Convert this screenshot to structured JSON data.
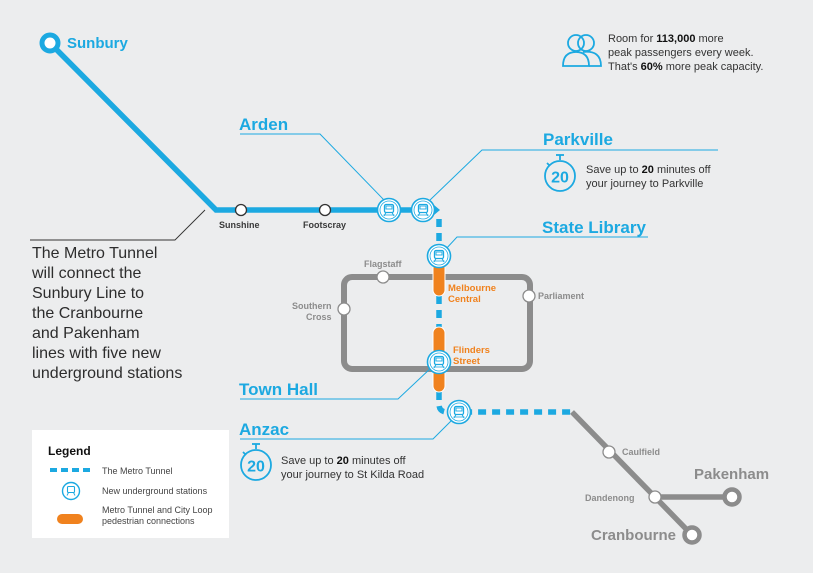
{
  "colors": {
    "background": "#ecedee",
    "metro_tunnel": "#1ca9e1",
    "city_loop": "#8c8c8c",
    "pedestrian_connection": "#f0821e",
    "text_dark": "#2d2d2d"
  },
  "intro_text": [
    "The Metro Tunnel",
    "will connect the",
    "Sunbury Line to",
    "the Cranbourne",
    "and Pakenham",
    "lines with five new",
    "underground stations"
  ],
  "capacity": {
    "icon": "people-icon",
    "line1_pre": "Room for ",
    "line1_bold": "113,000",
    "line1_post": " more",
    "line2": "peak passengers every week.",
    "line3_pre": "That's ",
    "line3_bold": "60%",
    "line3_post": " more peak capacity."
  },
  "termini": {
    "sunbury": "Sunbury",
    "pakenham": "Pakenham",
    "cranbourne": "Cranbourne"
  },
  "new_stations": {
    "arden": "Arden",
    "parkville": "Parkville",
    "state_library": "State Library",
    "town_hall": "Town Hall",
    "anzac": "Anzac"
  },
  "existing_stations": {
    "sunshine": "Sunshine",
    "footscray": "Footscray",
    "flagstaff": "Flagstaff",
    "southern_cross_1": "Southern",
    "southern_cross_2": "Cross",
    "parliament": "Parliament",
    "caulfield": "Caulfield",
    "dandenong": "Dandenong"
  },
  "interchanges": {
    "melbourne_central_1": "Melbourne",
    "melbourne_central_2": "Central",
    "flinders_street_1": "Flinders",
    "flinders_street_2": "Street"
  },
  "time_savings": [
    {
      "icon": "stopwatch-icon",
      "timer_value": "20",
      "pre": "Save up to ",
      "bold": "20",
      "post": " minutes off",
      "line2": "your journey to Parkville"
    },
    {
      "icon": "stopwatch-icon",
      "timer_value": "20",
      "pre": "Save up to ",
      "bold": "20",
      "post": " minutes off",
      "line2": "your journey to St Kilda Road"
    }
  ],
  "legend": {
    "title": "Legend",
    "items": [
      {
        "symbol": "dashed-line",
        "label": "The Metro Tunnel"
      },
      {
        "symbol": "train-station-icon",
        "label": "New underground stations"
      },
      {
        "symbol": "orange-bar",
        "label_line1": "Metro Tunnel and City Loop",
        "label_line2": "pedestrian connections"
      }
    ]
  }
}
